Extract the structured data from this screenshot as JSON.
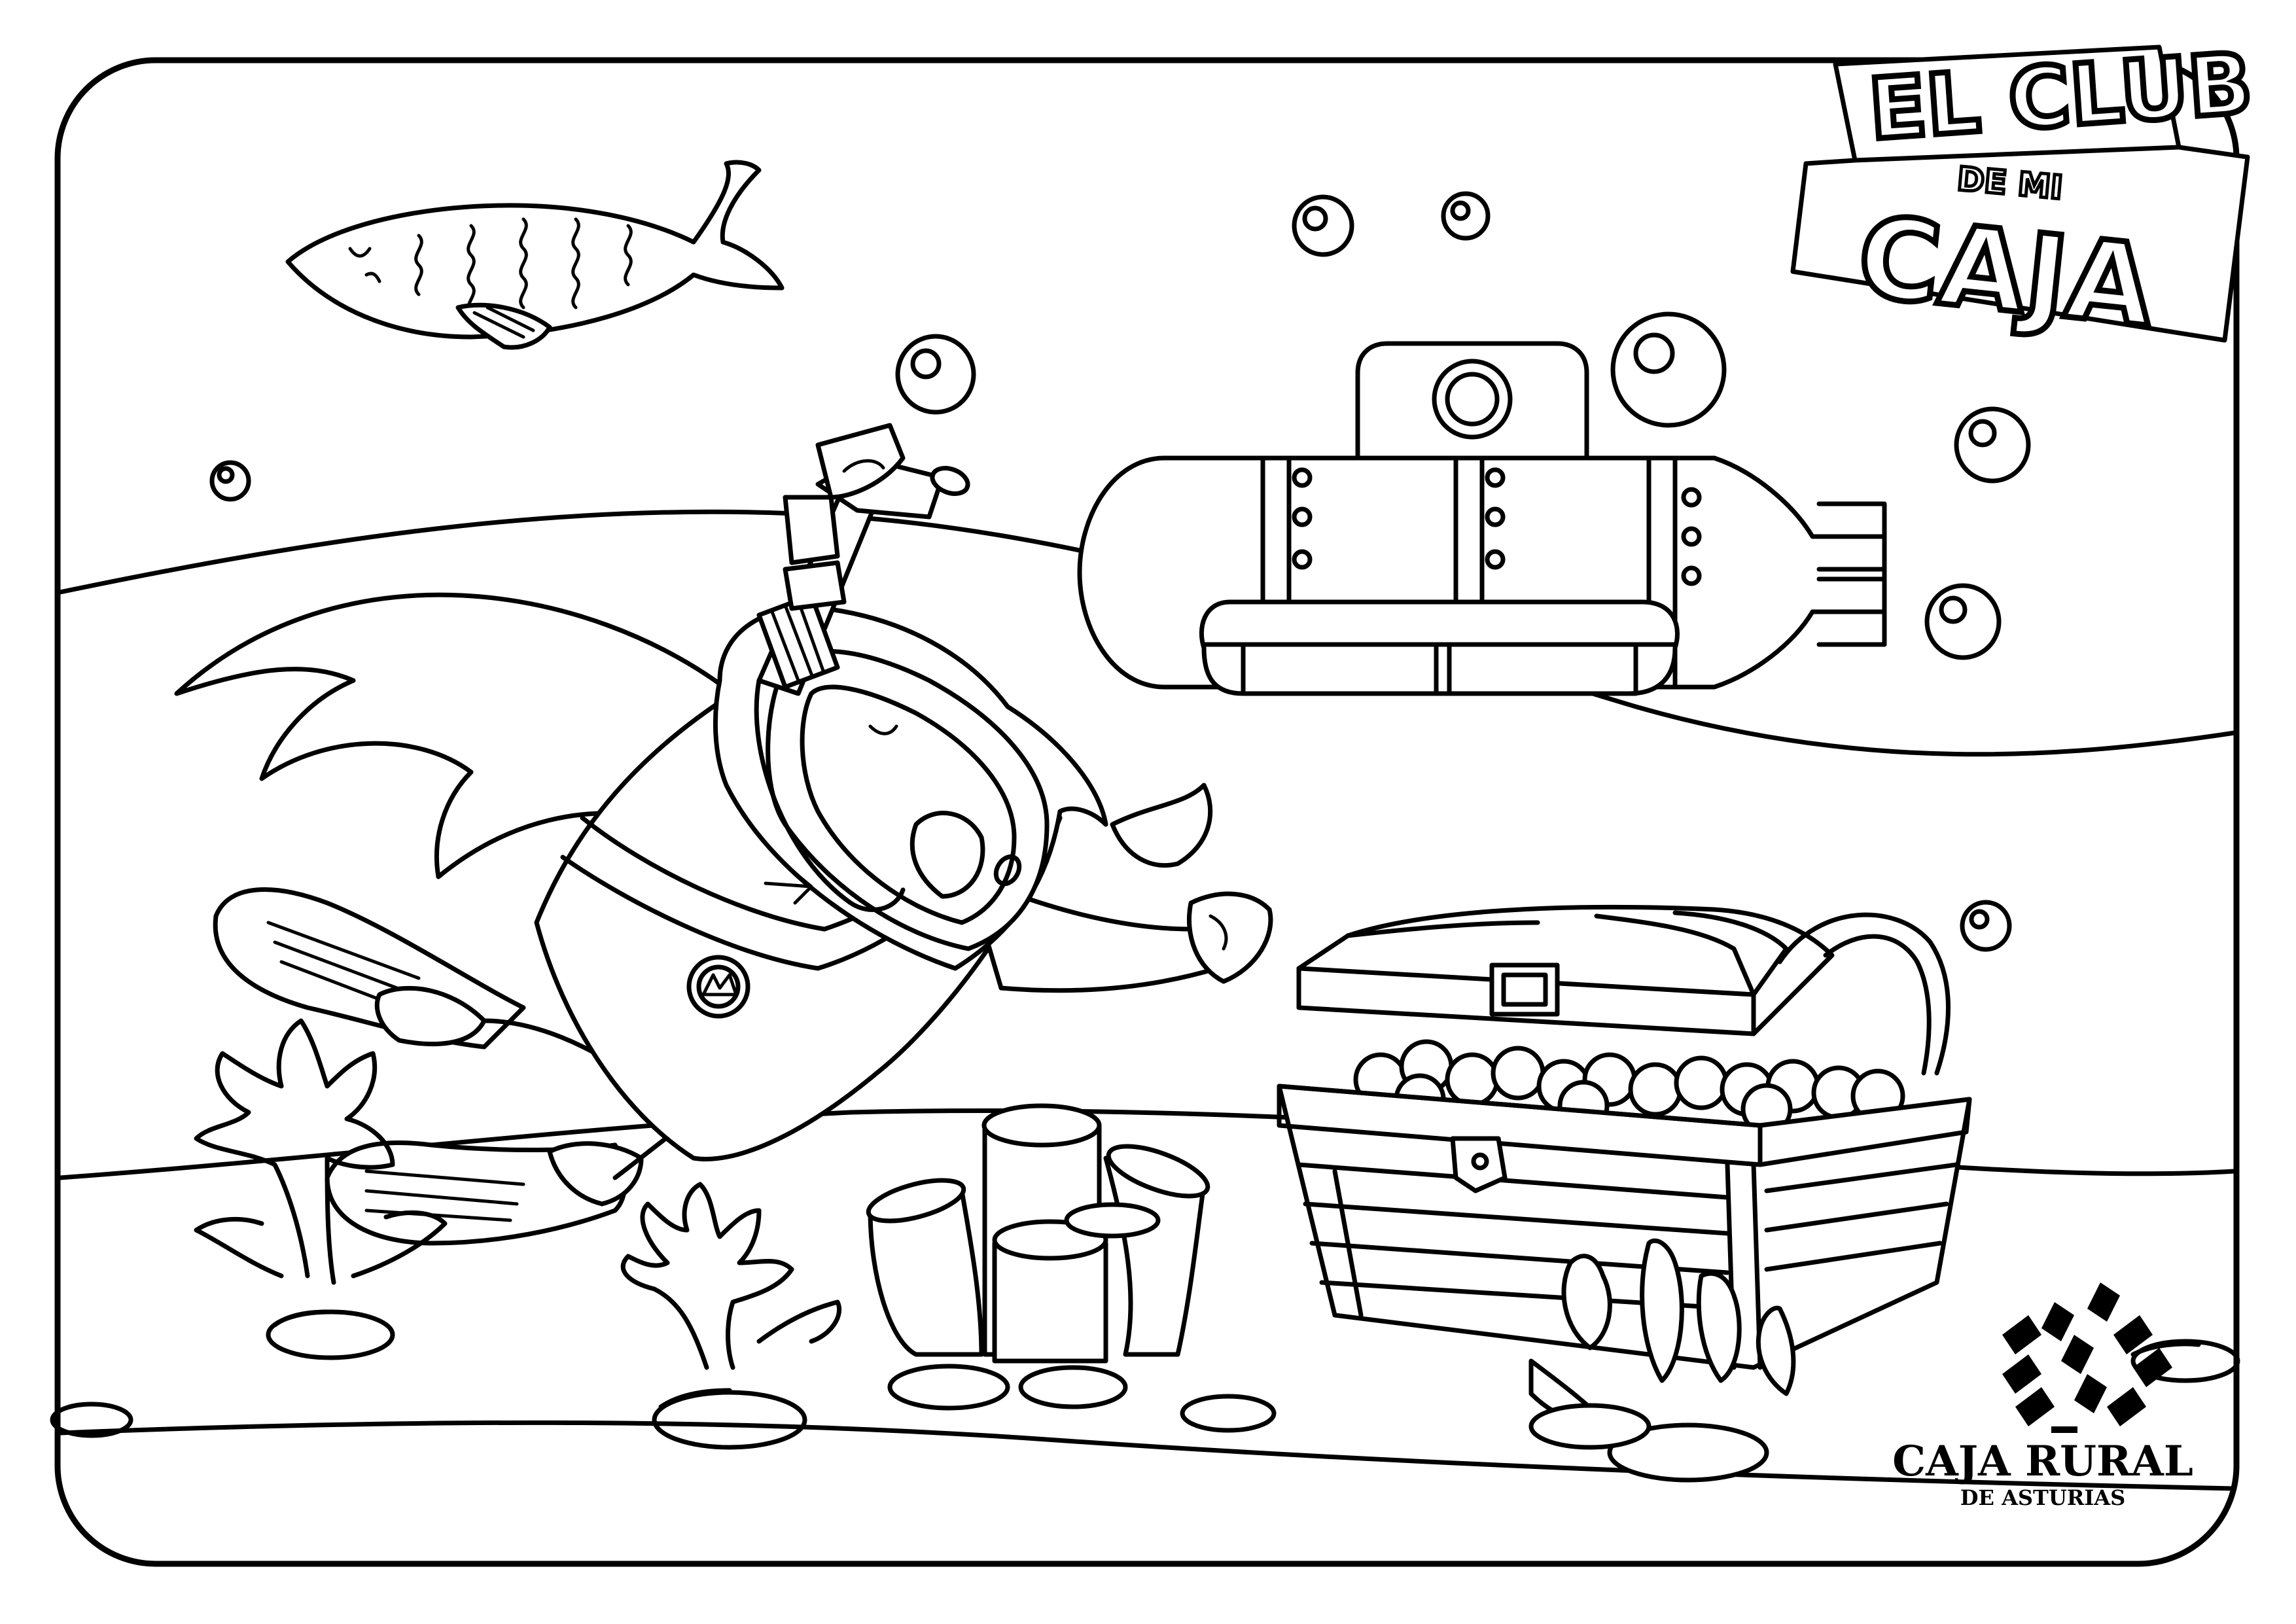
{
  "club_logo": {
    "line1": "EL CLUB",
    "line2": "DE MI",
    "line3": "CAJA"
  },
  "bank_logo": {
    "name": "CAJA RURAL",
    "region": "DE ASTURIAS"
  },
  "colors": {
    "ink": "#000000",
    "paper": "#ffffff"
  }
}
